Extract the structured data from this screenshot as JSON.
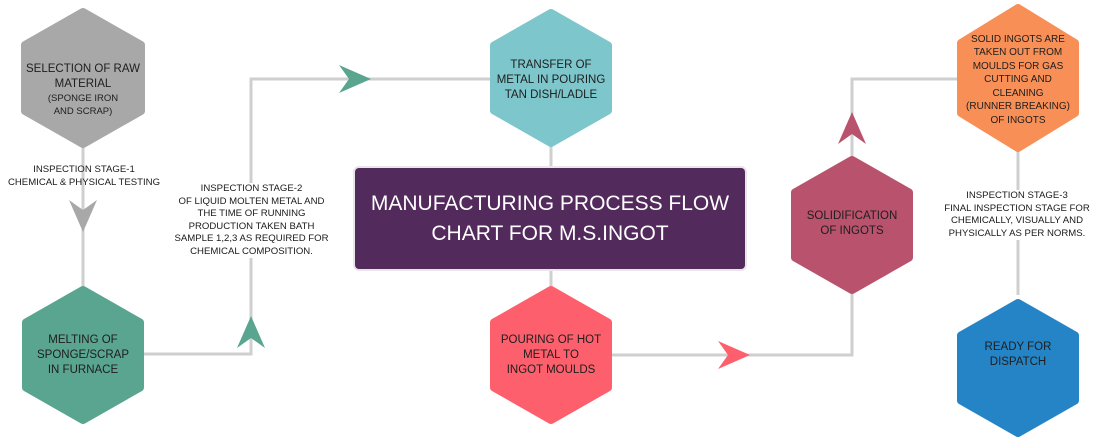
{
  "title": "MANUFACTURING PROCESS FLOW CHART FOR M.S.INGOT",
  "title_lines": [
    "MANUFACTURING PROCESS FLOW",
    "CHART FOR M.S.INGOT"
  ],
  "connector_color": "#cfcfcf",
  "nodes": [
    {
      "id": "raw-material",
      "lines": [
        "SELECTION OF RAW",
        "MATERIAL"
      ],
      "sub_lines": [
        "(SPONGE IRON",
        "AND SCRAP)"
      ],
      "color": "#a8a8a8"
    },
    {
      "id": "melting",
      "lines": [
        "MELTING OF",
        "SPONGE/SCRAP",
        "IN FURNACE"
      ],
      "color": "#5aa58f"
    },
    {
      "id": "transfer",
      "lines": [
        "TRANSFER OF",
        "METAL IN POURING",
        "TAN DISH/LADLE"
      ],
      "color": "#7dc6cc"
    },
    {
      "id": "pouring",
      "lines": [
        "POURING OF HOT",
        "METAL TO",
        "INGOT MOULDS"
      ],
      "color": "#fd5f6c"
    },
    {
      "id": "solidification",
      "lines": [
        "SOLIDIFICATION",
        "OF INGOTS"
      ],
      "color": "#b9526d"
    },
    {
      "id": "solid-ingots",
      "lines": [
        "SOLID INGOTS ARE",
        "TAKEN OUT FROM",
        "MOULDS FOR GAS",
        "CUTTING AND",
        "CLEANING",
        "(RUNNER BREAKING)",
        "OF INGOTS"
      ],
      "color": "#f88f56"
    },
    {
      "id": "dispatch",
      "lines": [
        "READY FOR",
        "DISPATCH"
      ],
      "color": "#2584c6"
    }
  ],
  "notes": {
    "stage1": "INSPECTION STAGE-1\nCHEMICAL & PHYSICAL TESTING",
    "stage2": "INSPECTION STAGE-2\nOF LIQUID MOLTEN METAL AND\nTHE TIME OF RUNNING\nPRODUCTION TAKEN BATH\nSAMPLE 1,2,3 AS REQUIRED FOR\nCHEMICAL COMPOSITION.",
    "stage3": "INSPECTION STAGE-3\nFINAL INSPECTION STAGE FOR\nCHEMICALLY, VISUALLY AND\nPHYSICALLY AS PER NORMS."
  },
  "arrows": [
    {
      "id": "arrow-to-melting",
      "direction": "down",
      "color": "#a8a8a8"
    },
    {
      "id": "arrow-up-stage2",
      "direction": "up",
      "color": "#5aa58f"
    },
    {
      "id": "arrow-to-transfer",
      "direction": "right",
      "color": "#5aa58f"
    },
    {
      "id": "arrow-to-solidification",
      "direction": "right",
      "color": "#fd5f6c"
    },
    {
      "id": "arrow-to-solid-ingots",
      "direction": "up",
      "color": "#b9526d"
    }
  ]
}
